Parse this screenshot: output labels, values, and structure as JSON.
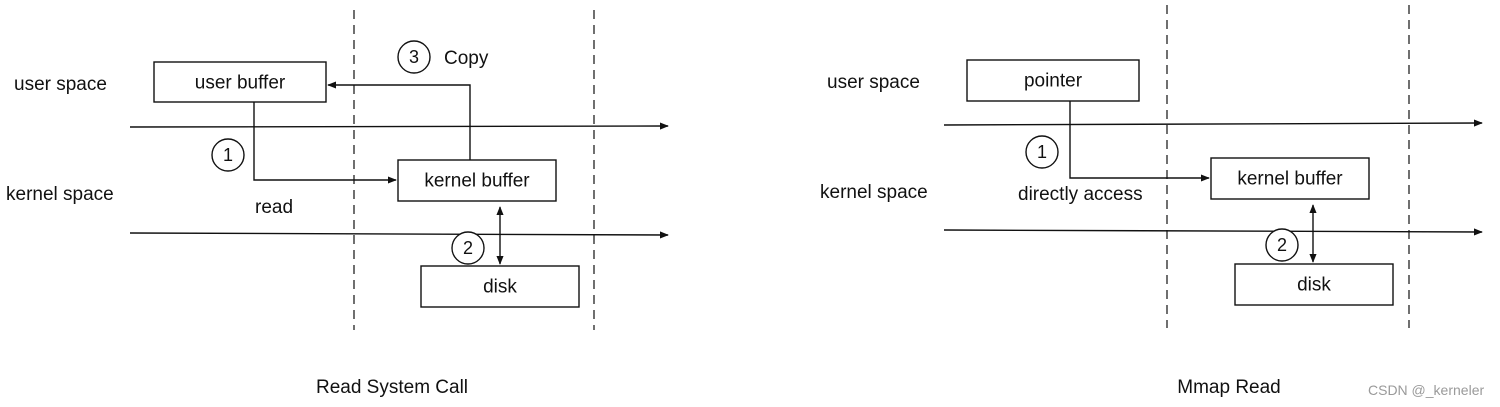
{
  "left_diagram": {
    "caption": "Read System Call",
    "user_space_label": "user space",
    "kernel_space_label": "kernel space",
    "user_buffer": "user buffer",
    "kernel_buffer": "kernel buffer",
    "disk": "disk",
    "step1": "1",
    "step1_label": "read",
    "step2": "2",
    "step3": "3",
    "step3_label": "Copy"
  },
  "right_diagram": {
    "caption": "Mmap Read",
    "user_space_label": "user space",
    "kernel_space_label": "kernel space",
    "pointer": "pointer",
    "kernel_buffer": "kernel buffer",
    "disk": "disk",
    "step1": "1",
    "step1_label": "directly access",
    "step2": "2"
  },
  "watermark": "CSDN @_kerneler",
  "colors": {
    "stroke": "#111111",
    "watermark": "#9a9a9a"
  }
}
